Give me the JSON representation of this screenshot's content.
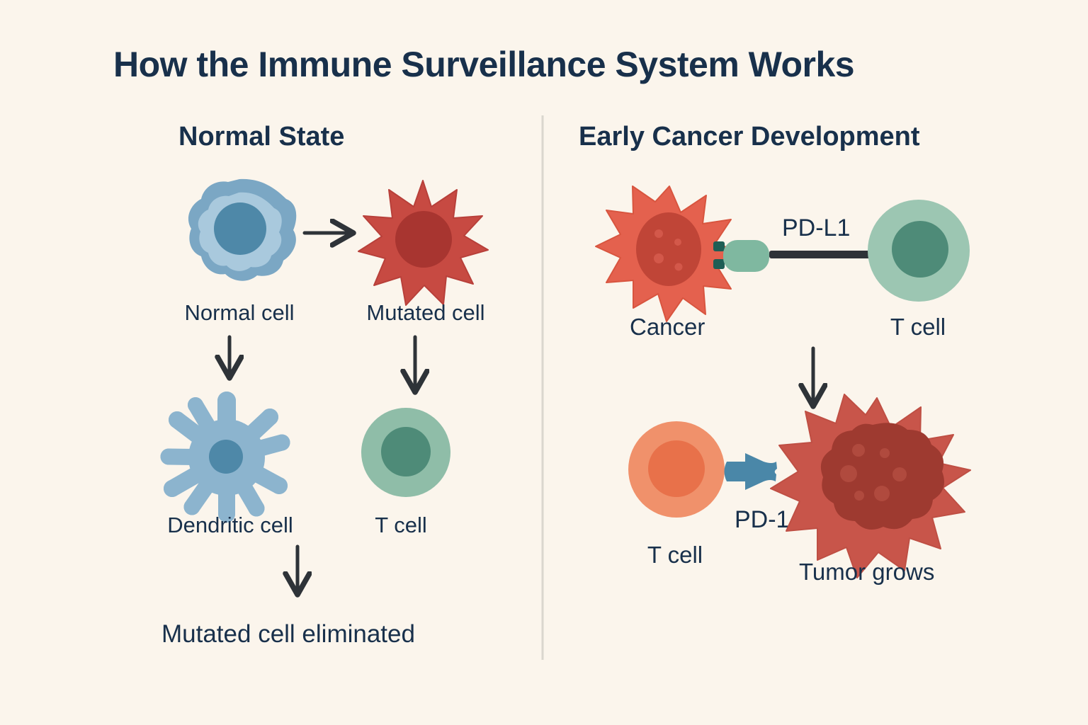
{
  "figure": {
    "title": "How the Immune Surveillance System Works",
    "background_color": "#FBF5EC",
    "text_color": "#18304B",
    "divider_color": "#DAD6CE",
    "arrow_color": "#2E3338"
  },
  "panels": {
    "left": {
      "heading": "Normal State",
      "nodes": {
        "normal_cell": {
          "label": "Normal cell",
          "membrane_color": "#7BA7C4",
          "cytoplasm_color": "#A9C9DD",
          "nucleus_color": "#4E88A8"
        },
        "mutated_cell": {
          "label": "Mutated cell",
          "body_color": "#C74A42",
          "nucleus_color": "#A83530"
        },
        "dendritic_cell": {
          "label": "Dendritic cell",
          "body_color": "#8CB4CE",
          "nucleus_color": "#4E88A8"
        },
        "t_cell": {
          "label": "T cell",
          "body_color": "#8FBDA8",
          "nucleus_color": "#4E8B78"
        },
        "outcome": {
          "label": "Mutated cell eliminated"
        }
      }
    },
    "right": {
      "heading": "Early Cancer Development",
      "nodes": {
        "cancer_cell": {
          "label": "Cancer",
          "body_color": "#E4614E",
          "nucleus_color": "#C04537"
        },
        "t_cell_top": {
          "label": "T cell",
          "body_color": "#9CC6B2",
          "nucleus_color": "#4E8B78"
        },
        "pdl1": {
          "label": "PD-L1",
          "receptor_color": "#7FB8A0",
          "prong_color": "#1F5E55",
          "link_color": "#2E3338"
        },
        "t_cell_bottom": {
          "label": "T cell",
          "body_color": "#F0916B",
          "nucleus_color": "#E8714A"
        },
        "pd1": {
          "label": "PD-1",
          "receptor_color": "#4A87A8"
        },
        "tumor": {
          "label": "Tumor grows",
          "body_color": "#C8554A",
          "nucleus_color": "#9E3A30",
          "speckle_color": "#B04A3E"
        }
      }
    }
  }
}
